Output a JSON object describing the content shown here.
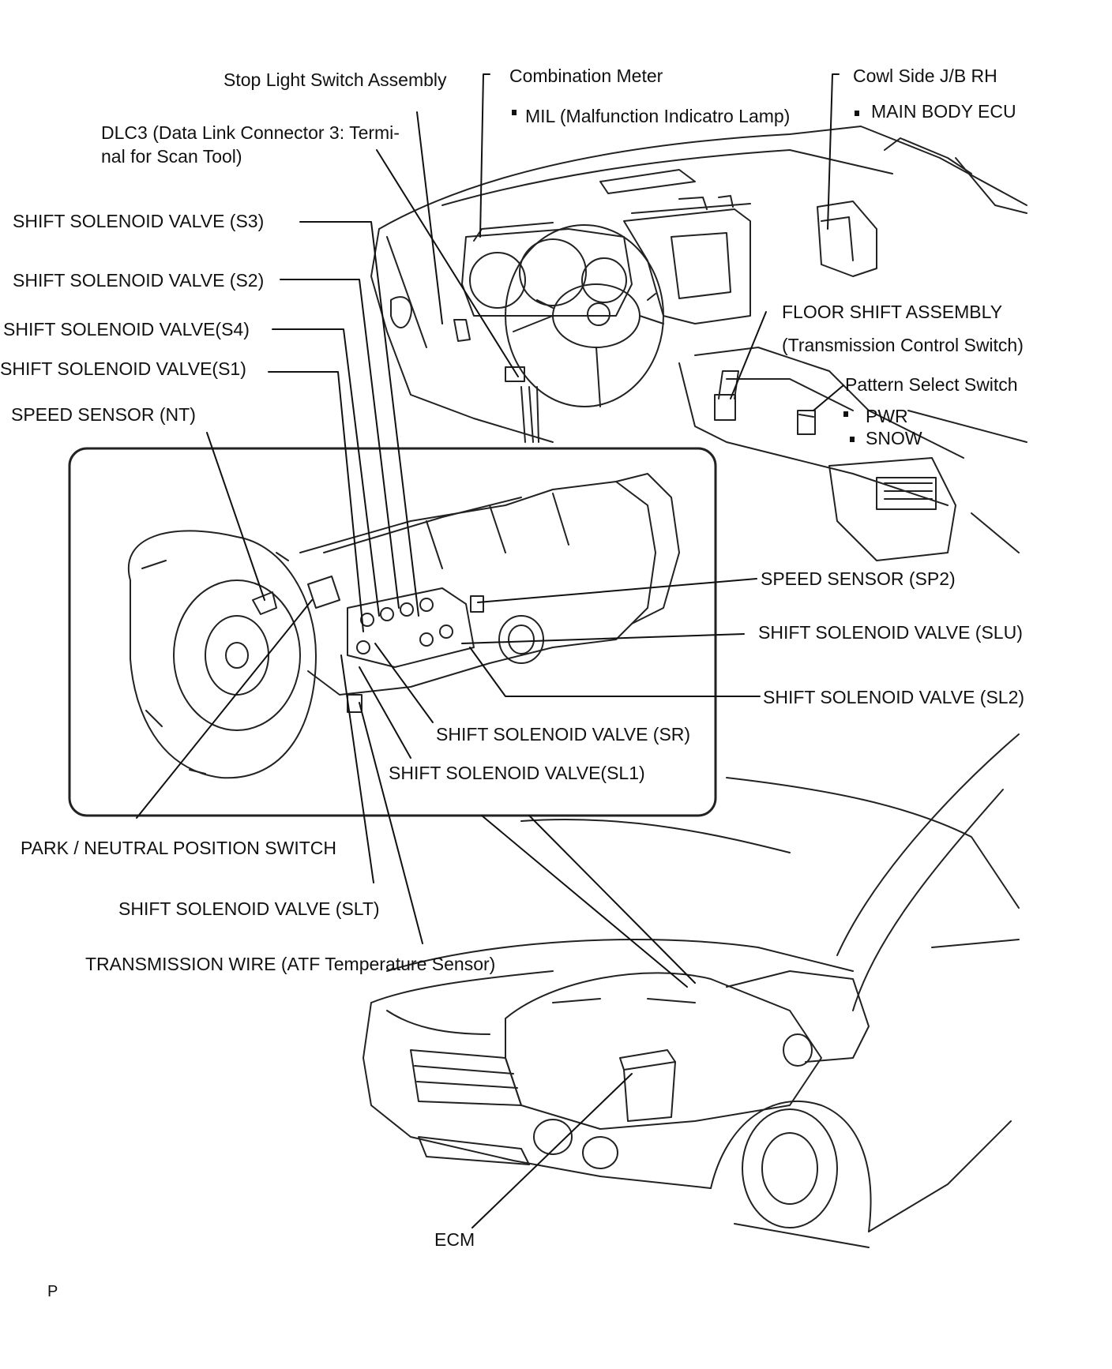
{
  "labels": {
    "stop_light_switch": "Stop Light Switch Assembly",
    "combination_meter": "Combination Meter",
    "mil": "MIL (Malfunction Indicatro Lamp)",
    "cowl_side_jb": "Cowl Side J/B RH",
    "main_body_ecu": "MAIN BODY ECU",
    "dlc3_line1": "DLC3 (Data Link Connector 3: Termi-",
    "dlc3_line2": "nal for Scan Tool)",
    "ssv_s3": "SHIFT SOLENOID VALVE (S3)",
    "ssv_s2": "SHIFT SOLENOID VALVE (S2)",
    "ssv_s4": "SHIFT SOLENOID VALVE(S4)",
    "ssv_s1": "SHIFT SOLENOID VALVE(S1)",
    "speed_sensor_nt": "SPEED SENSOR (NT)",
    "floor_shift": "FLOOR SHIFT ASSEMBLY",
    "transmission_control_switch": "(Transmission Control Switch)",
    "pattern_select_switch": "Pattern Select Switch",
    "pwr": "PWR",
    "snow": "SNOW",
    "speed_sensor_sp2": "SPEED SENSOR (SP2)",
    "ssv_slu": "SHIFT SOLENOID VALVE (SLU)",
    "ssv_sl2": "SHIFT SOLENOID VALVE (SL2)",
    "ssv_sr": "SHIFT SOLENOID VALVE (SR)",
    "ssv_sl1": "SHIFT SOLENOID VALVE(SL1)",
    "park_neutral": "PARK / NEUTRAL POSITION SWITCH",
    "ssv_slt": "SHIFT SOLENOID VALVE (SLT)",
    "transmission_wire": "TRANSMISSION WIRE (ATF Temperature Sensor)",
    "ecm": "ECM",
    "corner_mark": "P"
  },
  "icons": {
    "bullet": "square-bullet"
  }
}
